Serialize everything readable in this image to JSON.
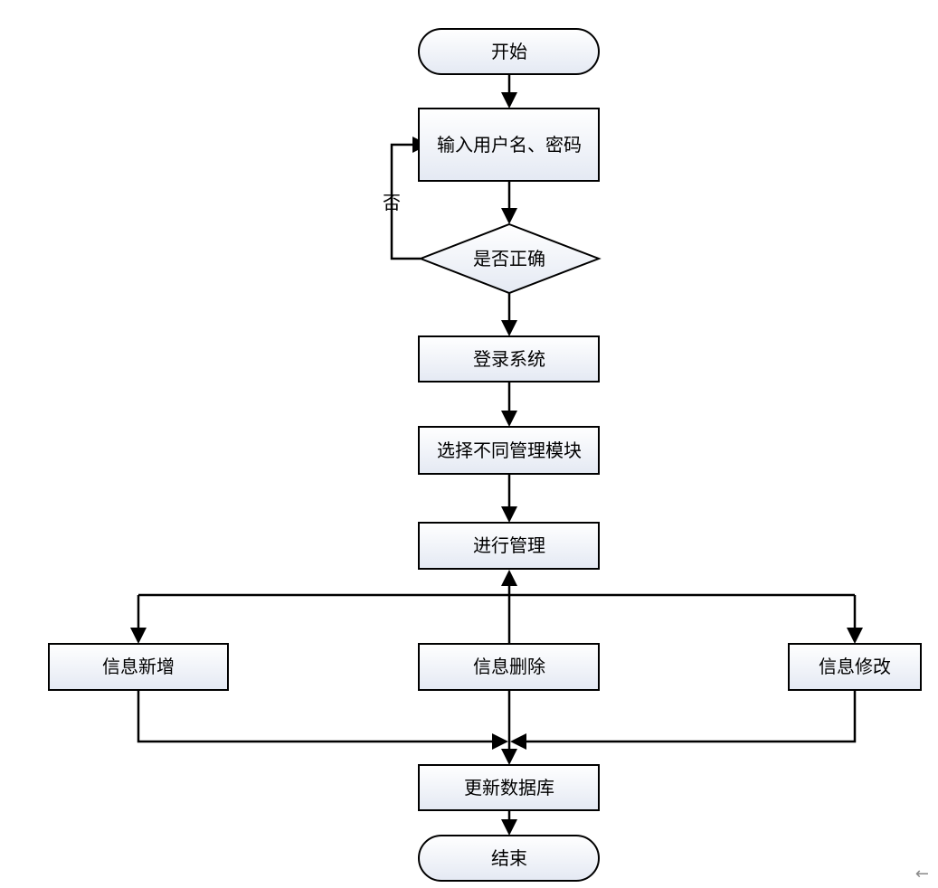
{
  "nodes": {
    "start": "开始",
    "input": "输入用户名、密码",
    "check": "是否正确",
    "login": "登录系统",
    "select_module": "选择不同管理模块",
    "manage": "进行管理",
    "add": "信息新增",
    "delete": "信息删除",
    "modify": "信息修改",
    "update_db": "更新数据库",
    "end": "结束"
  },
  "edge_labels": {
    "no": "否"
  },
  "icons": {
    "back": "left-arrow-icon"
  },
  "colors": {
    "box_fill_top": "#ffffff",
    "box_fill_bottom": "#e4e9f3",
    "stroke": "#000000"
  }
}
